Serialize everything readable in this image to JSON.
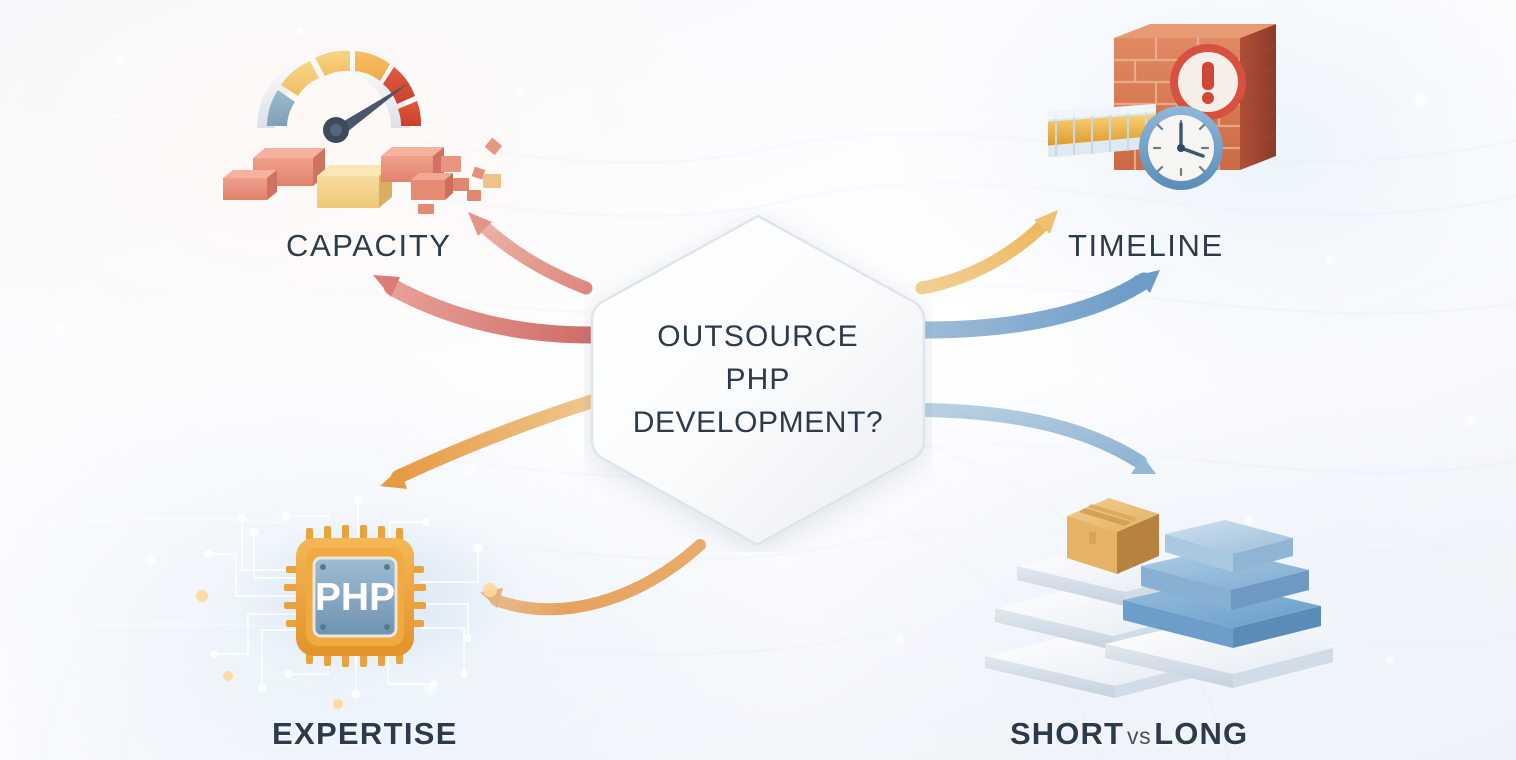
{
  "center": {
    "name": "central-hexagon",
    "line1": "OUTSOURCE",
    "line2": "PHP",
    "line3": "DEVELOPMENT?"
  },
  "nodes": [
    {
      "id": "capacity",
      "label": "CAPACITY",
      "icon": "gauge-and-boxes-icon",
      "position": "top-left",
      "arrow_color": "#e0877d"
    },
    {
      "id": "timeline",
      "label": "TIMELINE",
      "icon": "brick-wall-clock-warning-icon",
      "position": "top-right",
      "arrow_color": "#efc173"
    },
    {
      "id": "expertise",
      "label": "EXPERTISE",
      "icon": "php-microchip-icon",
      "position": "bottom-left",
      "arrow_color": "#eda857"
    },
    {
      "id": "short-vs-long",
      "label_part1": "SHORT",
      "label_vs": "vs",
      "label_part2": "LONG",
      "icon": "stacked-platforms-box-icon",
      "position": "bottom-right",
      "arrow_color": "#9dc0dc"
    }
  ],
  "palette": {
    "text_dark": "#2c3a4d",
    "arrow_salmon": "#e0877d",
    "arrow_red": "#d9716c",
    "arrow_gold": "#efc173",
    "arrow_orange": "#eda857",
    "arrow_blue": "#7aa7cf",
    "arrow_lightblue": "#a9c7de",
    "brick_red": "#c75b42",
    "chip_orange": "#eda33a",
    "chip_plate_blue": "#7b9cba",
    "box_tan": "#e9b濃",
    "platform_blue": "#7ba7ce",
    "background_white": "#ffffff",
    "background_pale_blue": "#eef3f9"
  },
  "chart_data": {
    "type": "diagram",
    "title": "OUTSOURCE PHP DEVELOPMENT?",
    "layout": "hub-and-spoke radial with 4 satellite nodes",
    "hub": "OUTSOURCE PHP DEVELOPMENT?",
    "spokes": [
      {
        "label": "CAPACITY",
        "direction": "top-left",
        "arrow_count": 2,
        "color": "#e0877d"
      },
      {
        "label": "TIMELINE",
        "direction": "top-right",
        "arrow_count": 2,
        "color": "#efc173"
      },
      {
        "label": "EXPERTISE",
        "direction": "bottom-left",
        "arrow_count": 2,
        "color": "#eda857"
      },
      {
        "label": "SHORT vs LONG",
        "direction": "bottom-right",
        "arrow_count": 1,
        "color": "#a9c7de"
      }
    ]
  }
}
